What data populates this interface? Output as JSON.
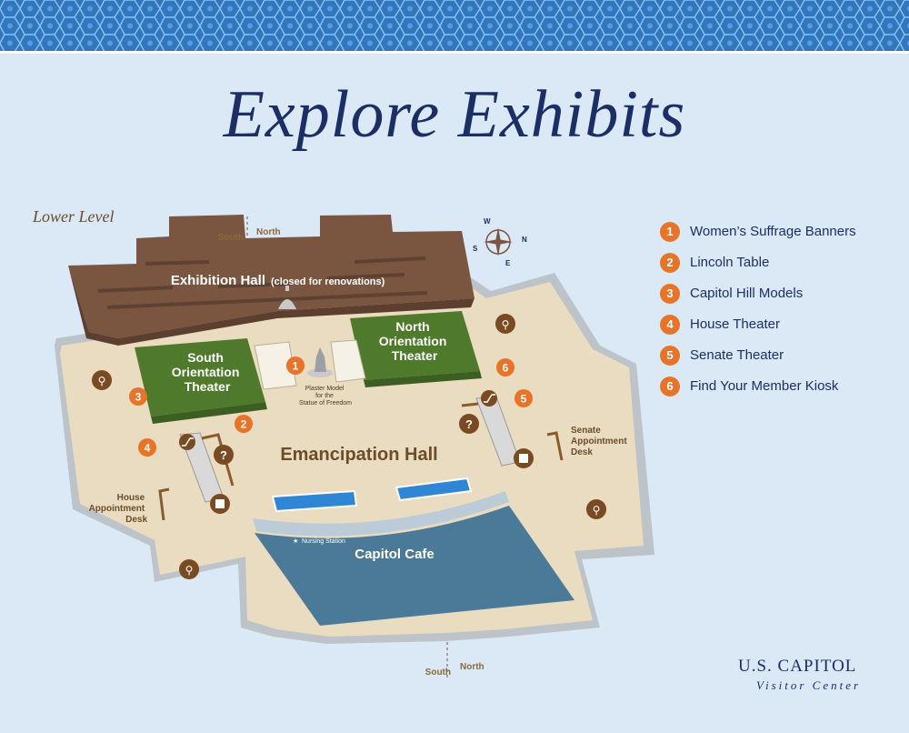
{
  "title": "Explore Exhibits",
  "level_label": "Lower Level",
  "compass": {
    "top": {
      "left": "South",
      "right": "North"
    },
    "bottom": {
      "left": "South",
      "right": "North"
    },
    "rose": {
      "w": "W",
      "n": "N",
      "s": "S",
      "e": "E"
    }
  },
  "areas": {
    "exhibition_hall": "Exhibition Hall",
    "exhibition_note": "(closed for renovations)",
    "south_theater": [
      "South",
      "Orientation",
      "Theater"
    ],
    "north_theater": [
      "North",
      "Orientation",
      "Theater"
    ],
    "emancipation_hall": "Emancipation Hall",
    "capitol_cafe": "Capitol Cafe",
    "nursing_station": "Nursing Station",
    "plaster_model": [
      "Plaster Model",
      "for the",
      "Statue of Freedom"
    ],
    "house_desk": [
      "House",
      "Appointment",
      "Desk"
    ],
    "senate_desk": [
      "Senate",
      "Appointment",
      "Desk"
    ]
  },
  "markers": [
    "1",
    "2",
    "3",
    "4",
    "5",
    "6"
  ],
  "help_symbol": "?",
  "legend": [
    {
      "num": "1",
      "label": "Women’s Suffrage Banners"
    },
    {
      "num": "2",
      "label": "Lincoln Table"
    },
    {
      "num": "3",
      "label": "Capitol Hill Models"
    },
    {
      "num": "4",
      "label": "House Theater"
    },
    {
      "num": "5",
      "label": "Senate Theater"
    },
    {
      "num": "6",
      "label": "Find Your Member Kiosk"
    }
  ],
  "logo": {
    "main": "U.S. CAPITOL",
    "sub": "Visitor Center"
  },
  "colors": {
    "banner": "#2f78c0",
    "title": "#1b2e66",
    "exhibition": "#7a5540",
    "theater": "#4f7a2b",
    "floor": "#e9dcc0",
    "cafe": "#4a7a97",
    "marker": "#e8742a",
    "icon": "#7a4a22"
  }
}
